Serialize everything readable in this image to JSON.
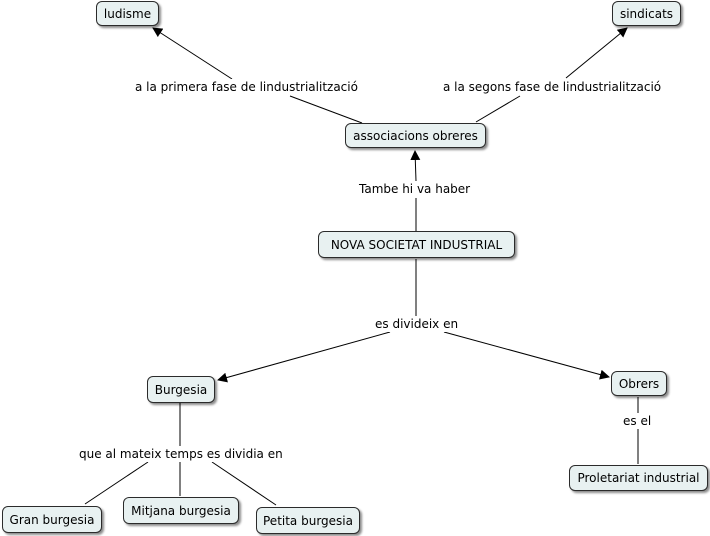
{
  "concept_map": {
    "nodes": {
      "ludisme": "ludisme",
      "sindicats": "sindicats",
      "associacions": "associacions obreres",
      "nova_societat": "NOVA SOCIETAT INDUSTRIAL",
      "burgesia": "Burgesia",
      "obrers": "Obrers",
      "proletariat": "Proletariat industrial",
      "gran_burgesia": "Gran burgesia",
      "mitjana_burgesia": "Mitjana burgesia",
      "petita_burgesia": "Petita burgesia"
    },
    "links": {
      "primera_fase": "a la primera fase de lindustrialització",
      "segons_fase": "a la segons fase de lindustrialització",
      "tambe": "Tambe hi va haber",
      "es_divideix": "es divideix en",
      "es_el": "es el",
      "que_al_mateix": "que al mateix temps es dividia en"
    },
    "colors": {
      "node_fill": "#e8f1f1",
      "node_border": "#2b2b2b",
      "line": "#000000"
    }
  }
}
